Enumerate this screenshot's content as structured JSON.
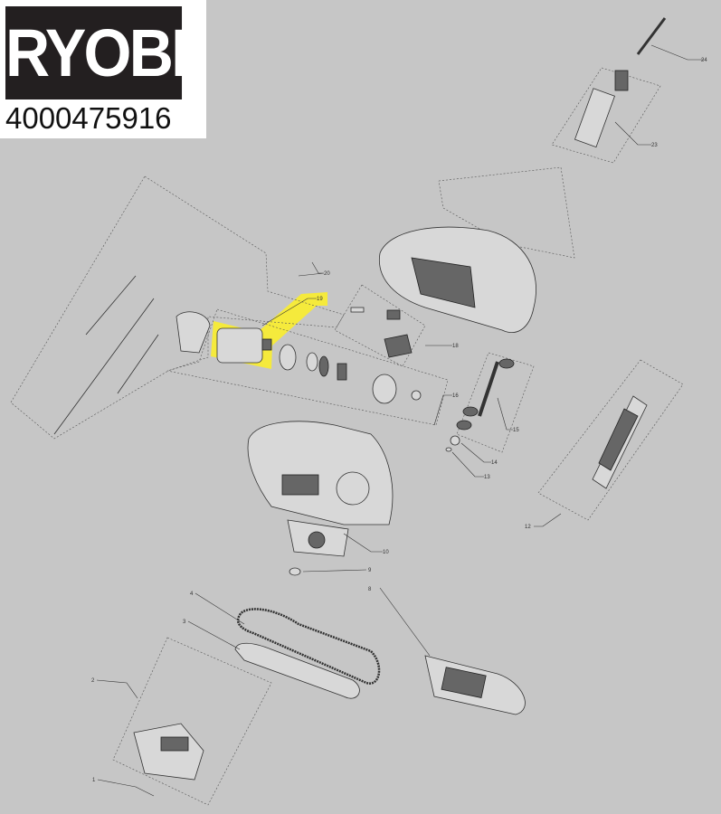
{
  "logo": {
    "brand": "RYOBI",
    "part_number": "4000475916"
  },
  "colors": {
    "background": "#c6c6c6",
    "highlight": "#f5ea3c",
    "logo_bg": "#231f20"
  },
  "callouts": [
    "1",
    "2",
    "3",
    "4",
    "8",
    "9",
    "10",
    "12",
    "13",
    "14",
    "15",
    "16",
    "18",
    "19",
    "20",
    "23",
    "24"
  ],
  "highlighted_part": "19"
}
